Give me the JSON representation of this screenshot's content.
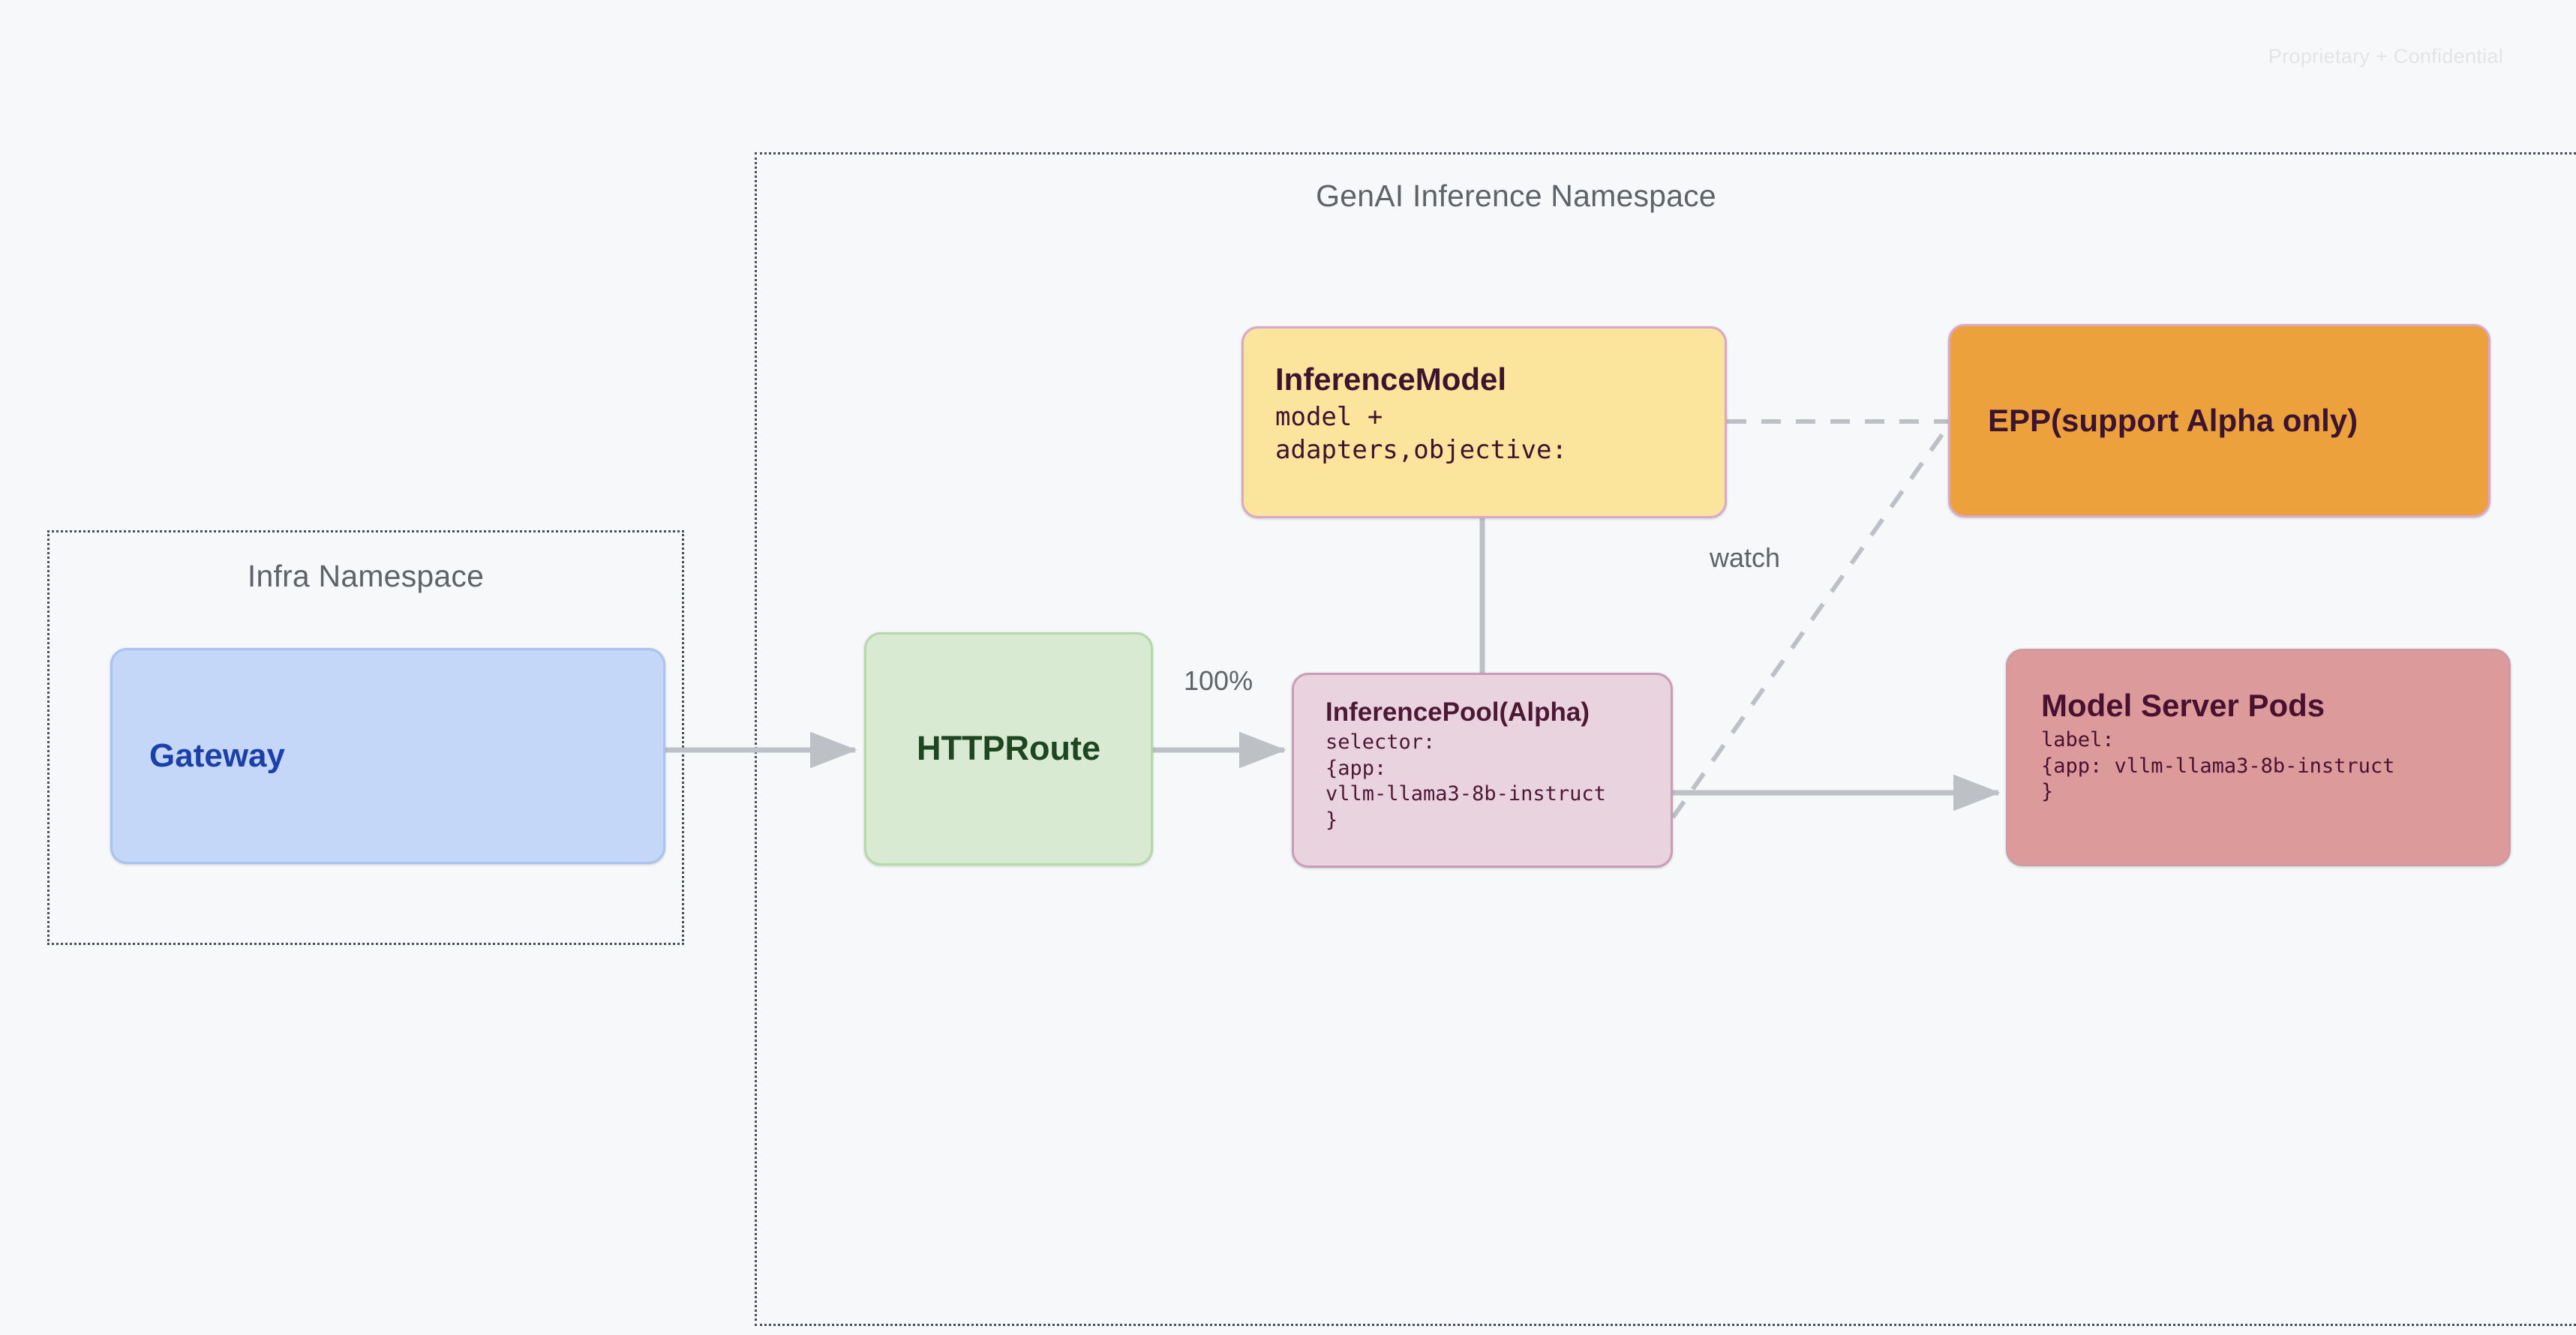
{
  "page": {
    "confidential_notice": "Proprietary + Confidential",
    "background_color": "#f7f8fa"
  },
  "namespaces": [
    {
      "id": "infra",
      "title": "Infra Namespace",
      "border_style": "dotted",
      "border_color": "#4a4f57"
    },
    {
      "id": "genai",
      "title": "GenAI Inference Namespace",
      "border_style": "dotted",
      "border_color": "#4a4f57"
    }
  ],
  "nodes": [
    {
      "id": "gateway",
      "title": "Gateway",
      "body": "",
      "fill": "#c5d7f8",
      "stroke": "#a9c2f0",
      "text_color": "#1c3faa",
      "namespace": "infra"
    },
    {
      "id": "httproute",
      "title": "HTTPRoute",
      "body": "",
      "fill": "#d9ead3",
      "stroke": "#b6d7a8",
      "text_color": "#1e4620",
      "namespace": "genai"
    },
    {
      "id": "inferencemodel",
      "title": "InferenceModel",
      "body": "model +\nadapters,objective:",
      "fill": "#fbe49b",
      "stroke": "#d9a8c6",
      "text_color": "#3d1430",
      "namespace": "genai"
    },
    {
      "id": "inferencepool",
      "title": "InferencePool(Alpha)",
      "body": "selector:\n{app:\nvllm-llama3-8b-instruct\n}",
      "fill": "#e8d3de",
      "stroke": "#ca9db7",
      "text_color": "#4d1833",
      "namespace": "genai"
    },
    {
      "id": "epp",
      "title": "EPP(support Alpha only)",
      "body": "",
      "fill": "#eda13c",
      "stroke": "#d9a8c6",
      "text_color": "#3d1430",
      "namespace": "genai"
    },
    {
      "id": "modelserver",
      "title": "Model Server Pods",
      "body": "label:\n{app: vllm-llama3-8b-instruct\n}",
      "fill": "#dd9a9a",
      "stroke": "#cf9ba4",
      "text_color": "#4a1030",
      "namespace": "genai"
    }
  ],
  "edges": [
    {
      "id": "gateway-to-httproute",
      "from": "gateway",
      "to": "httproute",
      "label": "",
      "style": "solid",
      "arrow": true
    },
    {
      "id": "httproute-to-inferencepool",
      "from": "httproute",
      "to": "inferencepool",
      "label": "100%",
      "style": "solid",
      "arrow": true
    },
    {
      "id": "inferencemodel-to-inferencepool",
      "from": "inferencemodel",
      "to": "inferencepool",
      "label": "",
      "style": "solid",
      "arrow": false
    },
    {
      "id": "inferencepool-to-modelserver",
      "from": "inferencepool",
      "to": "modelserver",
      "label": "",
      "style": "solid",
      "arrow": true
    },
    {
      "id": "inferencemodel-to-epp",
      "from": "inferencemodel",
      "to": "epp",
      "label": "",
      "style": "dashed",
      "arrow": false
    },
    {
      "id": "inferencepool-to-epp",
      "from": "inferencepool",
      "to": "epp",
      "label": "watch",
      "style": "dashed",
      "arrow": false
    }
  ],
  "edge_labels": {
    "traffic_weight": "100%",
    "watch": "watch"
  },
  "colors": {
    "connector": "#bdc1c6",
    "namespace_border": "#4a4f57",
    "namespace_title": "#5f6368"
  }
}
